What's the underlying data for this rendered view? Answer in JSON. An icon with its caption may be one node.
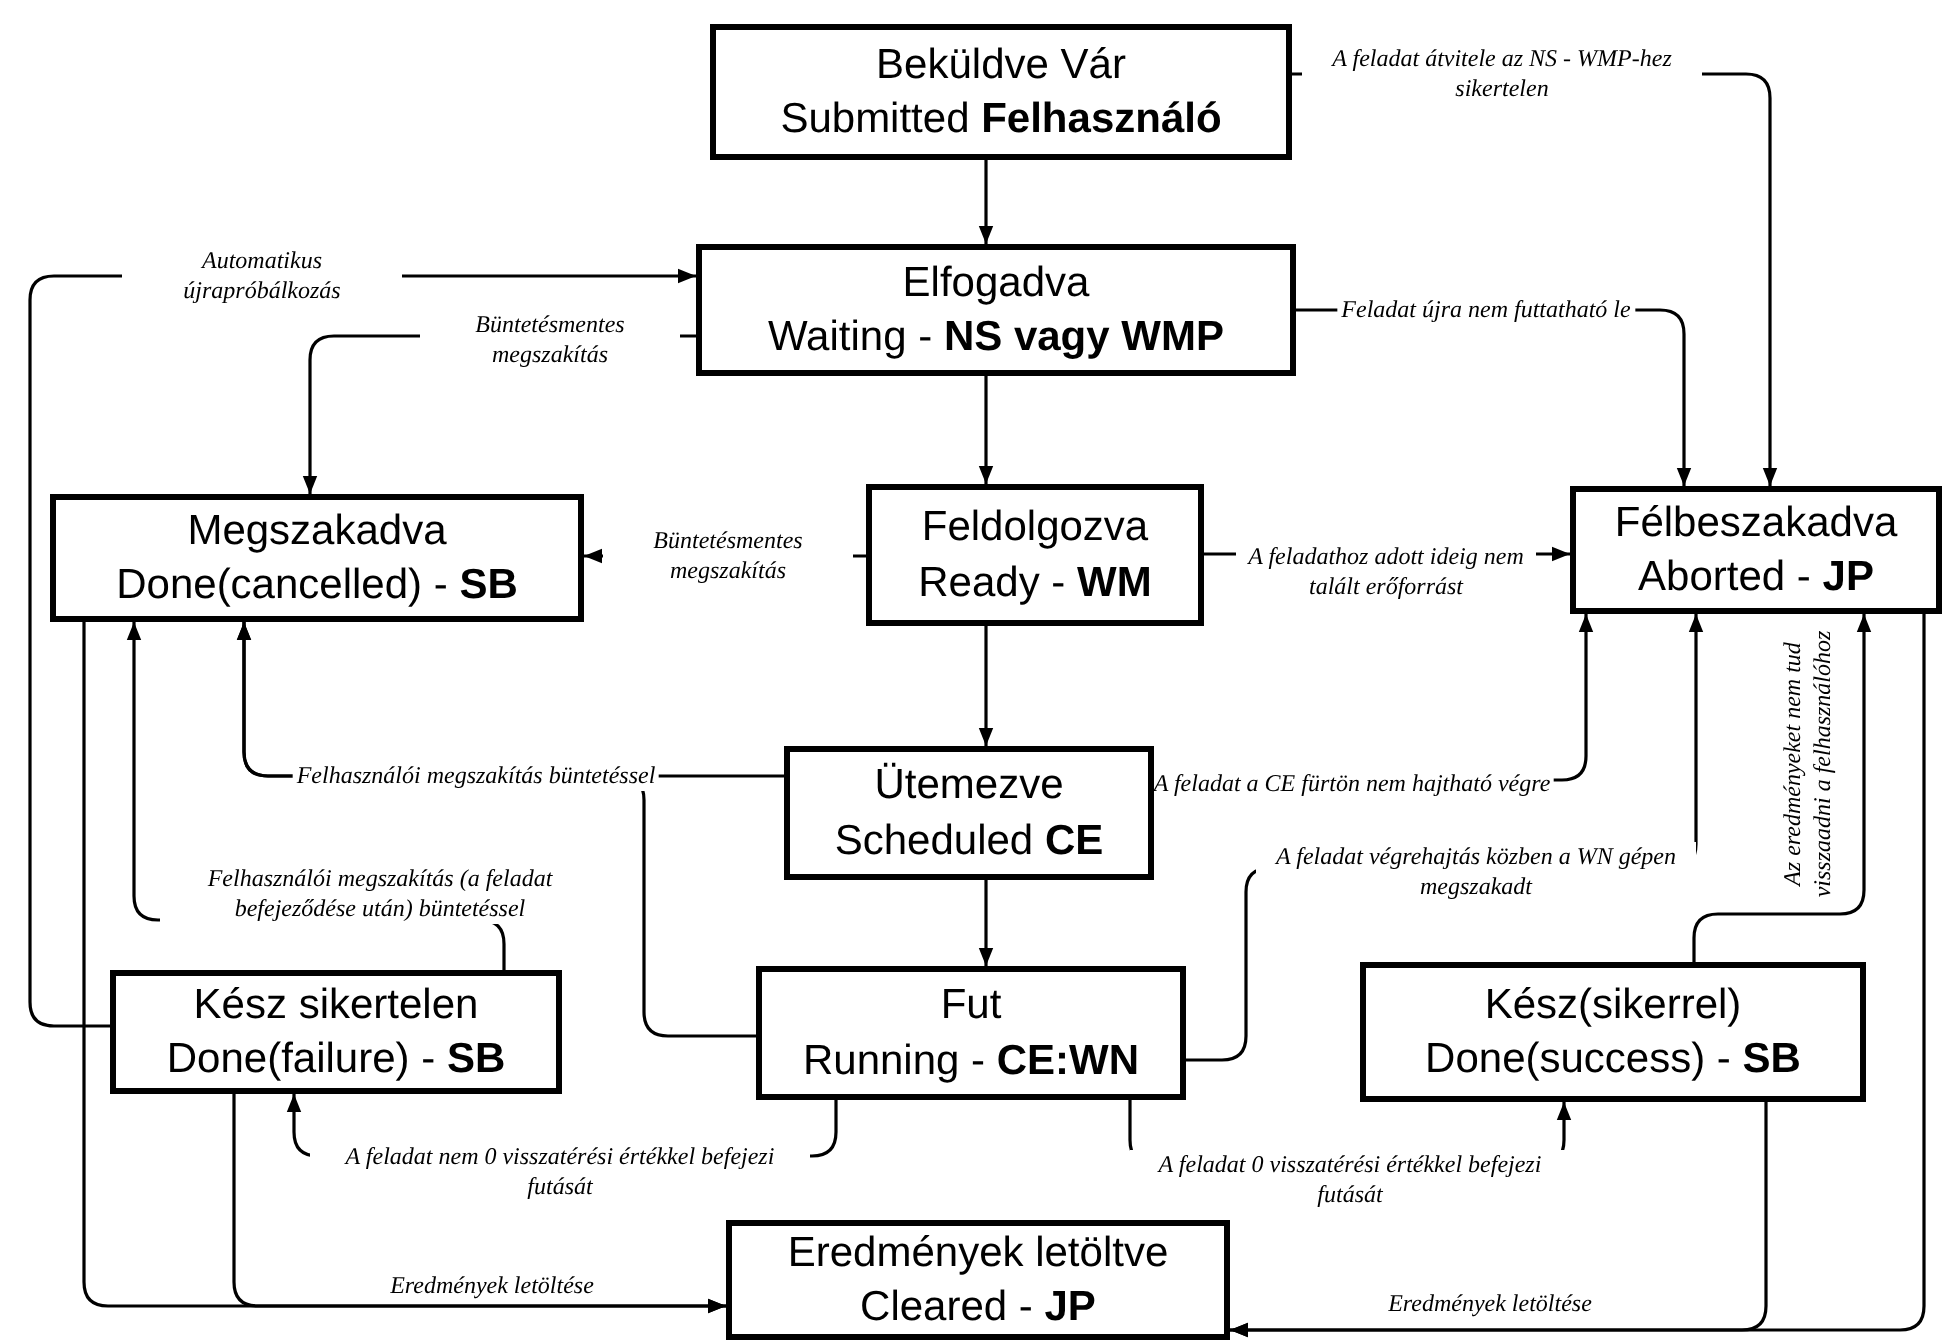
{
  "diagram": {
    "nodes": [
      {
        "text": [
          "Beküldve Vár",
          "Submitted **Felhasználó**"
        ]
      },
      {
        "text": [
          "Elfogadva",
          "Waiting - **NS vagy WMP**"
        ]
      },
      {
        "text": [
          "Megszakadva",
          "Done(cancelled) - **SB**"
        ]
      },
      {
        "text": [
          "Feldolgozva",
          "Ready - **WM**"
        ]
      },
      {
        "text": [
          "Félbeszakadva",
          "Aborted - **JP**"
        ]
      },
      {
        "text": [
          "Ütemezve",
          "Scheduled **CE**"
        ]
      },
      {
        "text": [
          "Kész sikertelen",
          "Done(failure) - **SB**"
        ]
      },
      {
        "text": [
          "Fut",
          "Running - **CE:WN**"
        ]
      },
      {
        "text": [
          "Kész(sikerrel)",
          "Done(success) - **SB**"
        ]
      },
      {
        "text": [
          "Eredmények letöltve",
          "Cleared - **JP**"
        ]
      }
    ],
    "edges": [
      {
        "from": 0,
        "to": 1,
        "arrow": "to"
      },
      {
        "from": 0,
        "to": 4,
        "arrow": "to",
        "label": "A feladat átvitele az NS - WMP-hez sikertelen"
      },
      {
        "from": 1,
        "to": 4,
        "arrow": "to",
        "label": "Feladat újra nem futtatható le"
      },
      {
        "from": 1,
        "to": 2,
        "arrow": "to",
        "label": "Büntetésmentes megszakítás"
      },
      {
        "from": 6,
        "to": 1,
        "arrow": "to",
        "label": "Automatikus újrapróbálkozás"
      },
      {
        "from": 1,
        "to": 3,
        "arrow": "to"
      },
      {
        "from": 3,
        "to": 2,
        "arrow": "to",
        "label": "Büntetésmentes megszakítás"
      },
      {
        "from": 3,
        "to": 4,
        "arrow": "to",
        "label": "A feladathoz adott ideig nem talált erőforrást"
      },
      {
        "from": 3,
        "to": 5,
        "arrow": "to"
      },
      {
        "from": 5,
        "to": 2,
        "arrow": "to",
        "label": "Felhasználói megszakítás büntetéssel"
      },
      {
        "from": 7,
        "to": 2,
        "arrow": "to"
      },
      {
        "from": 5,
        "to": 4,
        "arrow": "to",
        "label": "A feladat a CE fürtön nem hajtható végre"
      },
      {
        "from": 5,
        "to": 7,
        "arrow": "to"
      },
      {
        "from": 6,
        "to": 2,
        "arrow": "to",
        "label": "Felhasználói megszakítás (a feladat befejeződése után) büntetéssel"
      },
      {
        "from": 7,
        "to": 4,
        "arrow": "to",
        "label": "A feladat végrehajtás közben a WN gépen megszakadt"
      },
      {
        "from": 8,
        "to": 4,
        "arrow": "to",
        "label": "Az eredményeket nem tud visszaadni a felhasználóhoz"
      },
      {
        "from": 7,
        "to": 6,
        "arrow": "to",
        "label": "A feladat nem 0 visszatérési értékkel befejezi futását"
      },
      {
        "from": 7,
        "to": 8,
        "arrow": "to",
        "label": "A feladat 0 visszatérési értékkel befejezi futását"
      },
      {
        "from": 6,
        "to": 9,
        "arrow": "to",
        "label": "Eredmények letöltése"
      },
      {
        "from": 2,
        "to": 9,
        "arrow": "to"
      },
      {
        "from": 8,
        "to": 9,
        "arrow": "to",
        "label": "Eredmények letöltése"
      },
      {
        "from": 4,
        "to": 9,
        "arrow": "to"
      }
    ]
  }
}
